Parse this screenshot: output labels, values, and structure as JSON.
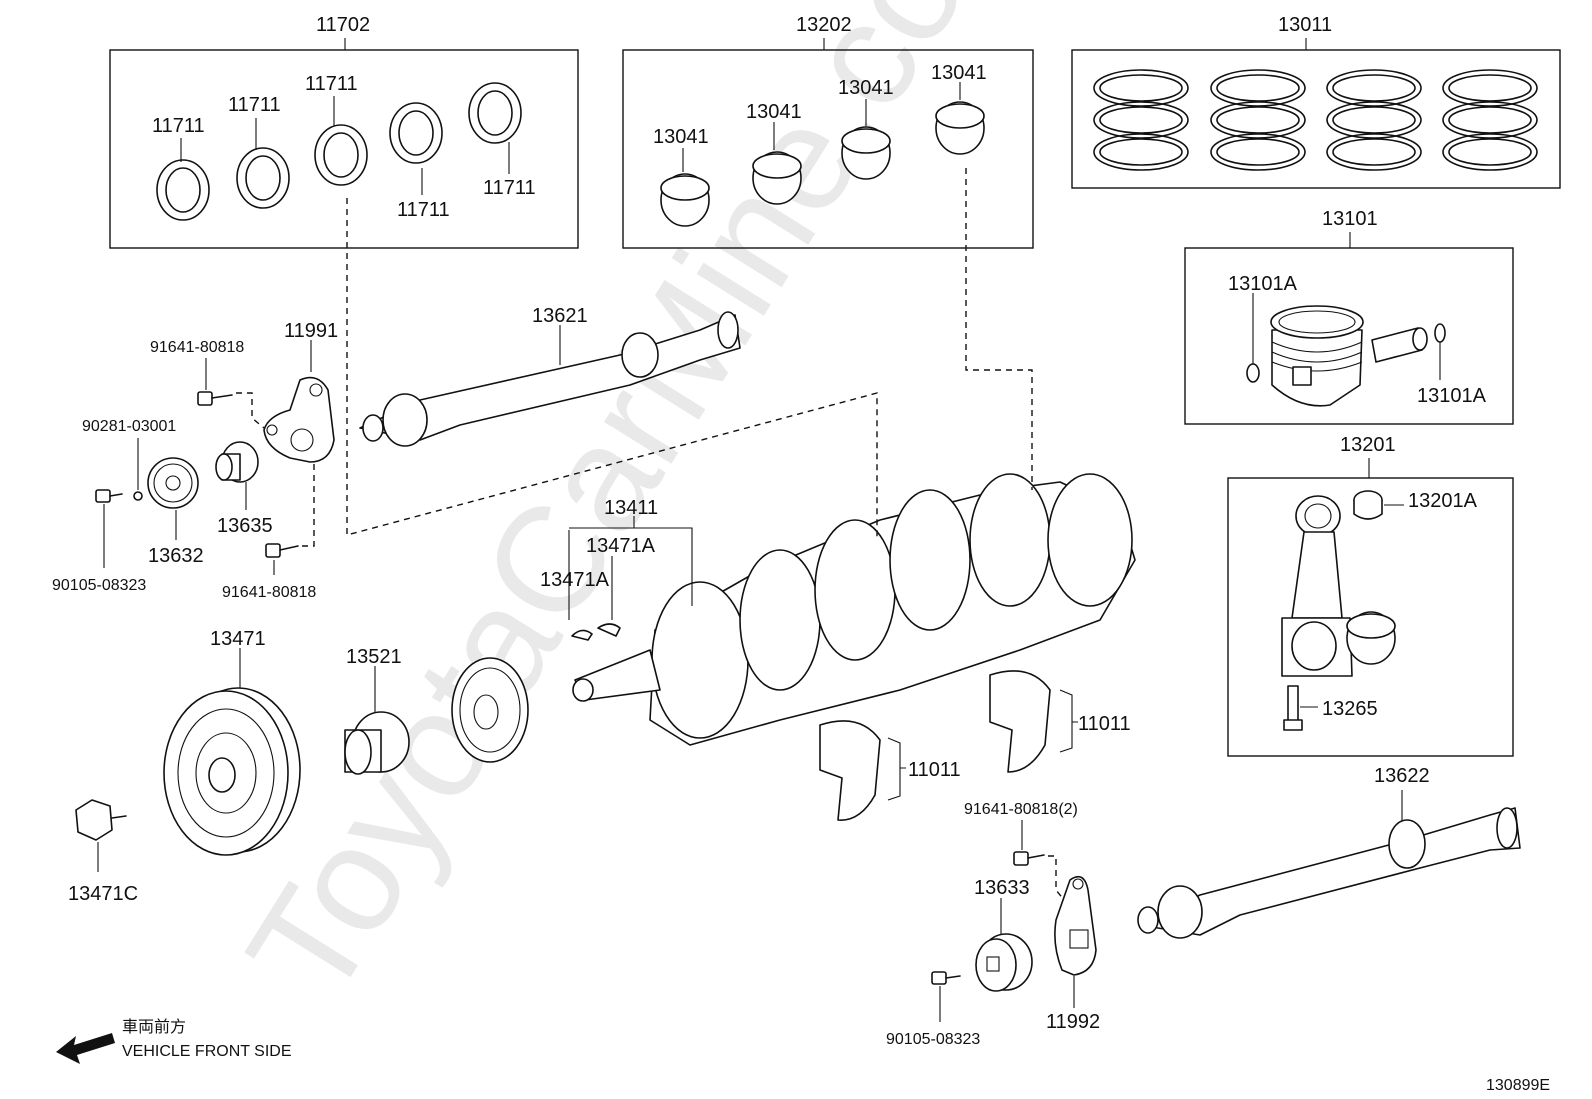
{
  "watermark": "ToyotaCarMine.com",
  "labels": {
    "l11702": "11702",
    "l11711": "11711",
    "l13202": "13202",
    "l13041": "13041",
    "l13011": "13011",
    "l13101": "13101",
    "l13101A": "13101A",
    "l13201": "13201",
    "l13201A": "13201A",
    "l13265": "13265",
    "l13621": "13621",
    "l13622": "13622",
    "l11991": "11991",
    "l11992": "11992",
    "l13411": "13411",
    "l13471A": "13471A",
    "l13471": "13471",
    "l13471C": "13471C",
    "l13521": "13521",
    "l13632": "13632",
    "l13633": "13633",
    "l13635": "13635",
    "l11011": "11011",
    "p91641": "91641-80818",
    "p91641x2": "91641-80818(2)",
    "p90281": "90281-03001",
    "p90105": "90105-08323"
  },
  "legend": {
    "japanese": "車両前方",
    "english": "VEHICLE FRONT SIDE",
    "arrow_icon": "arrow-left-icon"
  },
  "diagram_code": "130899E"
}
